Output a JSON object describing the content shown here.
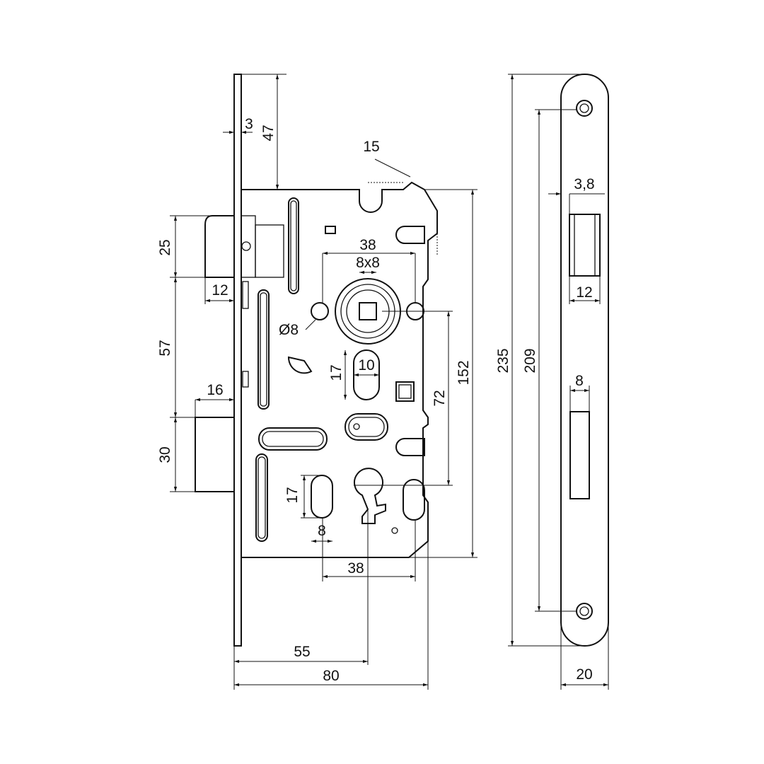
{
  "dimensions": {
    "faceplate_thickness": "3",
    "top_offset": "47",
    "chamfer": "15",
    "spindle_spacing_top": "38",
    "spindle_square": "8x8",
    "latch_height": "25",
    "latch_projection": "12",
    "hole_diameter": "Ø8",
    "latch_to_bolt": "57",
    "slot_height": "17",
    "slot_width": "10",
    "bolt_projection": "16",
    "centre_distance": "72",
    "body_height": "152",
    "bolt_height": "30",
    "lower_slot_height": "17",
    "lower_slot_width": "8",
    "spindle_spacing_bottom": "38",
    "backset": "55",
    "body_depth": "80",
    "faceplate_length": "235",
    "screw_spacing": "209",
    "strike_offset": "3,8",
    "strike_latch_width": "12",
    "strike_bolt_width": "8",
    "strike_width": "20"
  }
}
